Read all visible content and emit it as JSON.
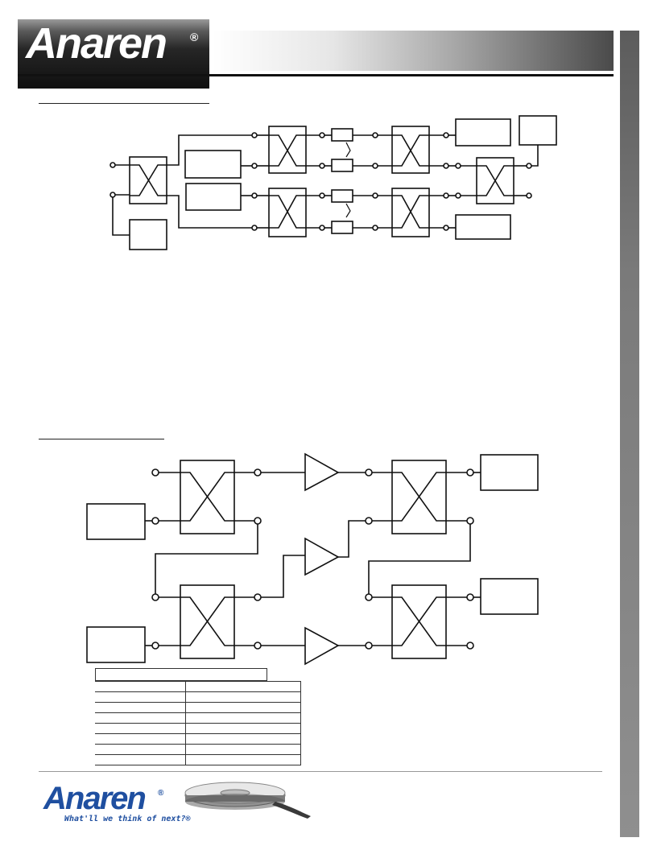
{
  "header": {
    "logo_text": "Anaren",
    "logo_registered": "®"
  },
  "footer": {
    "logo_text": "Anaren",
    "logo_registered": "®",
    "tagline": "What'll we think of next?®"
  },
  "colors": {
    "brand_blue": "#1f4fa0",
    "header_dark": "#111111",
    "sidebar_gray": "#7a7a7a"
  },
  "diagrams": {
    "top": "diagram-with-hybrid-couplers-and-phase-shifters",
    "bottom": "balanced-amplifier-diagram-with-hybrid-couplers"
  },
  "spec_table": {
    "title": "",
    "rows": [
      [
        "",
        ""
      ],
      [
        "",
        ""
      ],
      [
        "",
        ""
      ],
      [
        "",
        ""
      ],
      [
        "",
        ""
      ],
      [
        "",
        ""
      ],
      [
        "",
        ""
      ],
      [
        "",
        ""
      ]
    ]
  }
}
